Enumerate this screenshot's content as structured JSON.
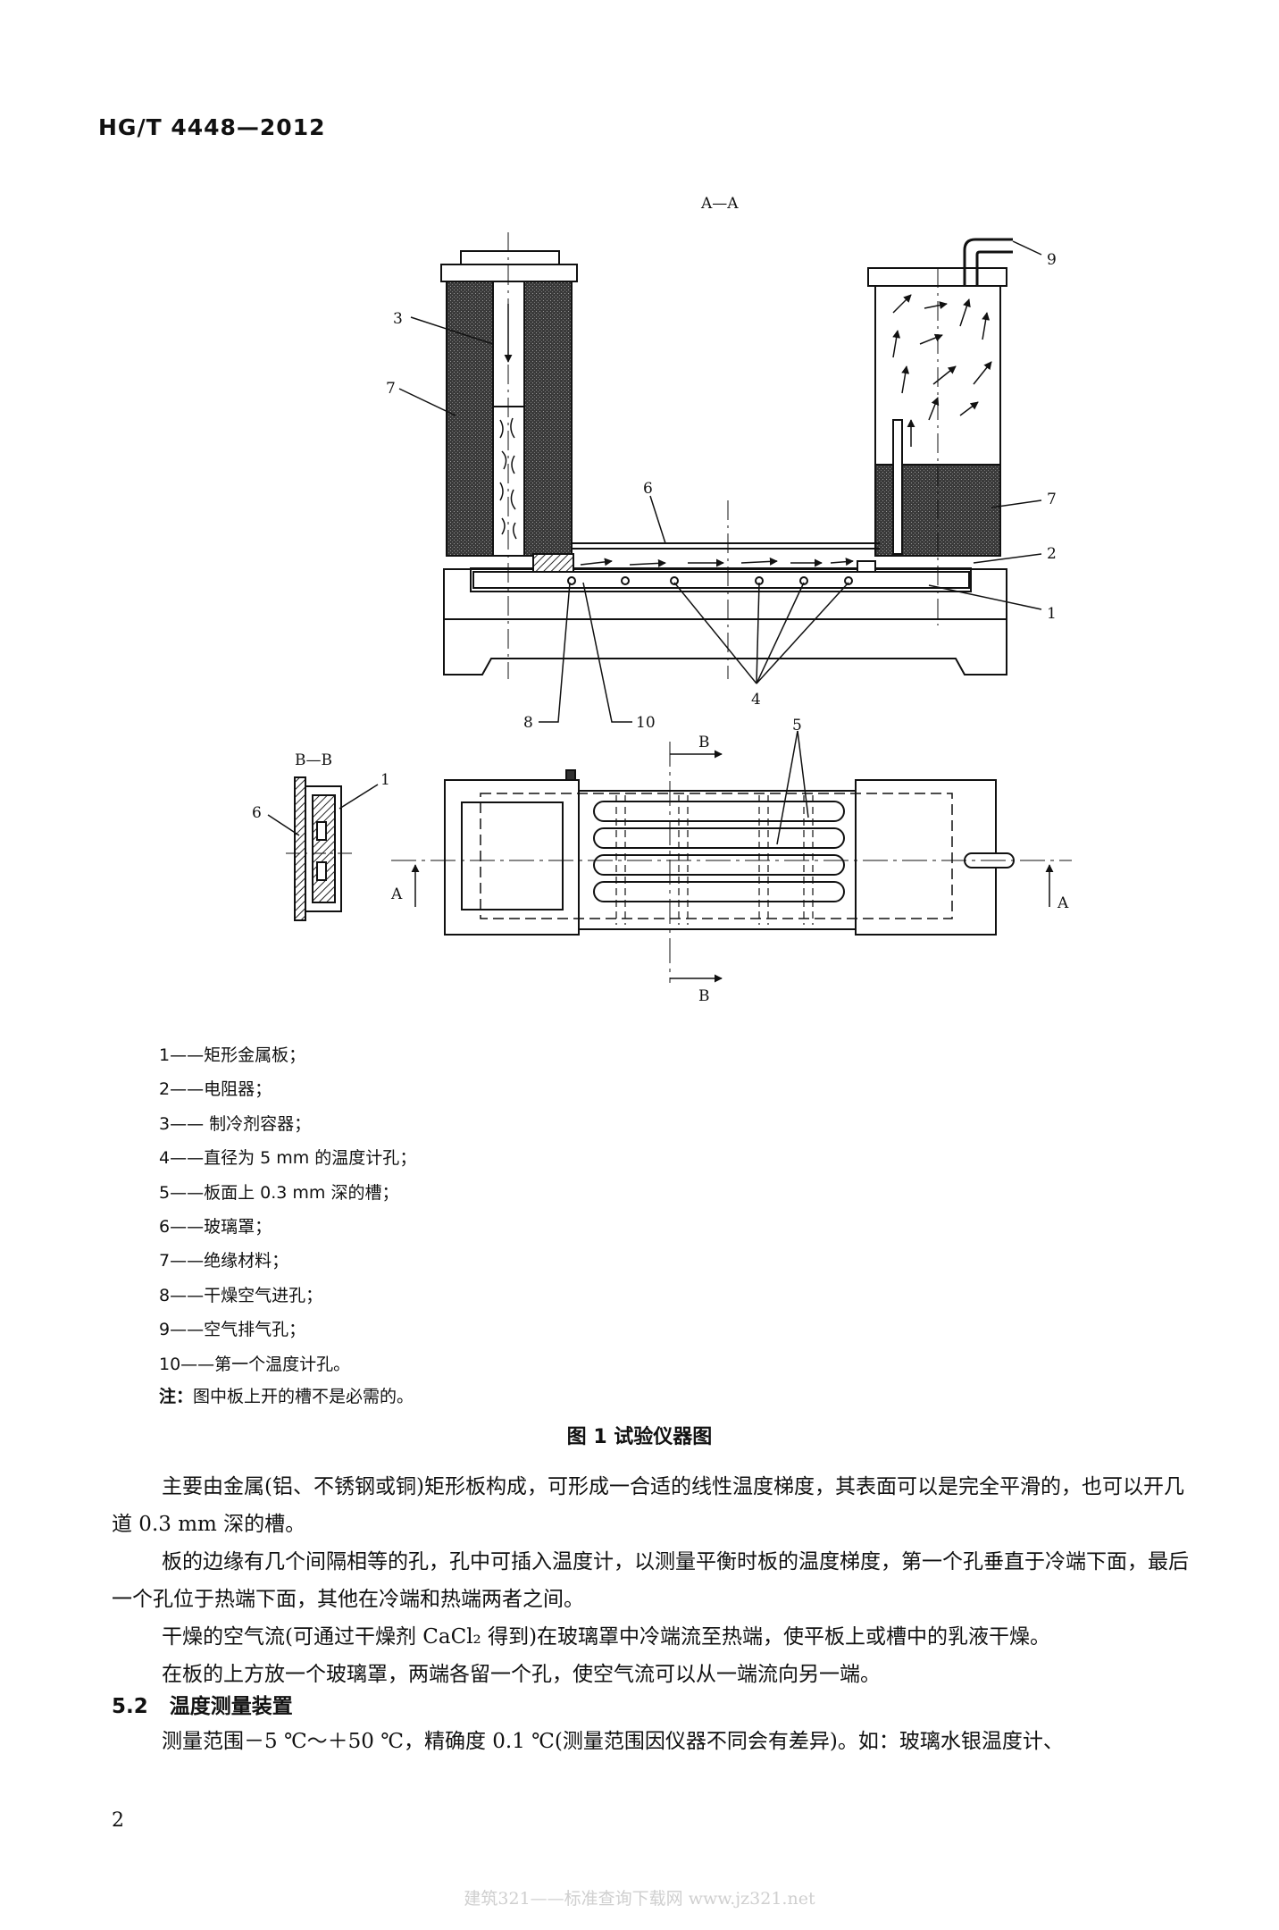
{
  "header": {
    "doc_code": "HG/T 4448—2012"
  },
  "figure": {
    "section_aa": "A—A",
    "section_bb": "B—B",
    "marker_a": "A",
    "marker_b": "B",
    "callouts": [
      "1",
      "2",
      "3",
      "4",
      "5",
      "6",
      "7",
      "8",
      "9",
      "10"
    ]
  },
  "legend": [
    "1——矩形金属板；",
    "2——电阻器；",
    "3—— 制冷剂容器；",
    "4——直径为 5 mm 的温度计孔；",
    "5——板面上 0.3 mm 深的槽；",
    "6——玻璃罩；",
    "7——绝缘材料；",
    "8——干燥空气进孔；",
    "9——空气排气孔；",
    "10——第一个温度计孔。"
  ],
  "note": {
    "label": "注：",
    "text": "图中板上开的槽不是必需的。"
  },
  "caption": "图 1   试验仪器图",
  "paragraphs": [
    "主要由金属(铝、不锈钢或铜)矩形板构成，可形成一合适的线性温度梯度，其表面可以是完全平滑的，也可以开几道 0.3 mm 深的槽。",
    "板的边缘有几个间隔相等的孔，孔中可插入温度计，以测量平衡时板的温度梯度，第一个孔垂直于冷端下面，最后一个孔位于热端下面，其他在冷端和热端两者之间。",
    "干燥的空气流(可通过干燥剂 CaCl₂ 得到)在玻璃罩中冷端流至热端，使平板上或槽中的乳液干燥。",
    "在板的上方放一个玻璃罩，两端各留一个孔，使空气流可以从一端流向另一端。"
  ],
  "section": {
    "number": "5.2",
    "title": "温度测量装置"
  },
  "section_text": "测量范围－5 ℃～＋50 ℃，精确度 0.1 ℃(测量范围因仪器不同会有差异)。如：玻璃水银温度计、",
  "page_number": "2",
  "footer_watermark": "建筑321——标准查询下载网    www.jz321.net"
}
